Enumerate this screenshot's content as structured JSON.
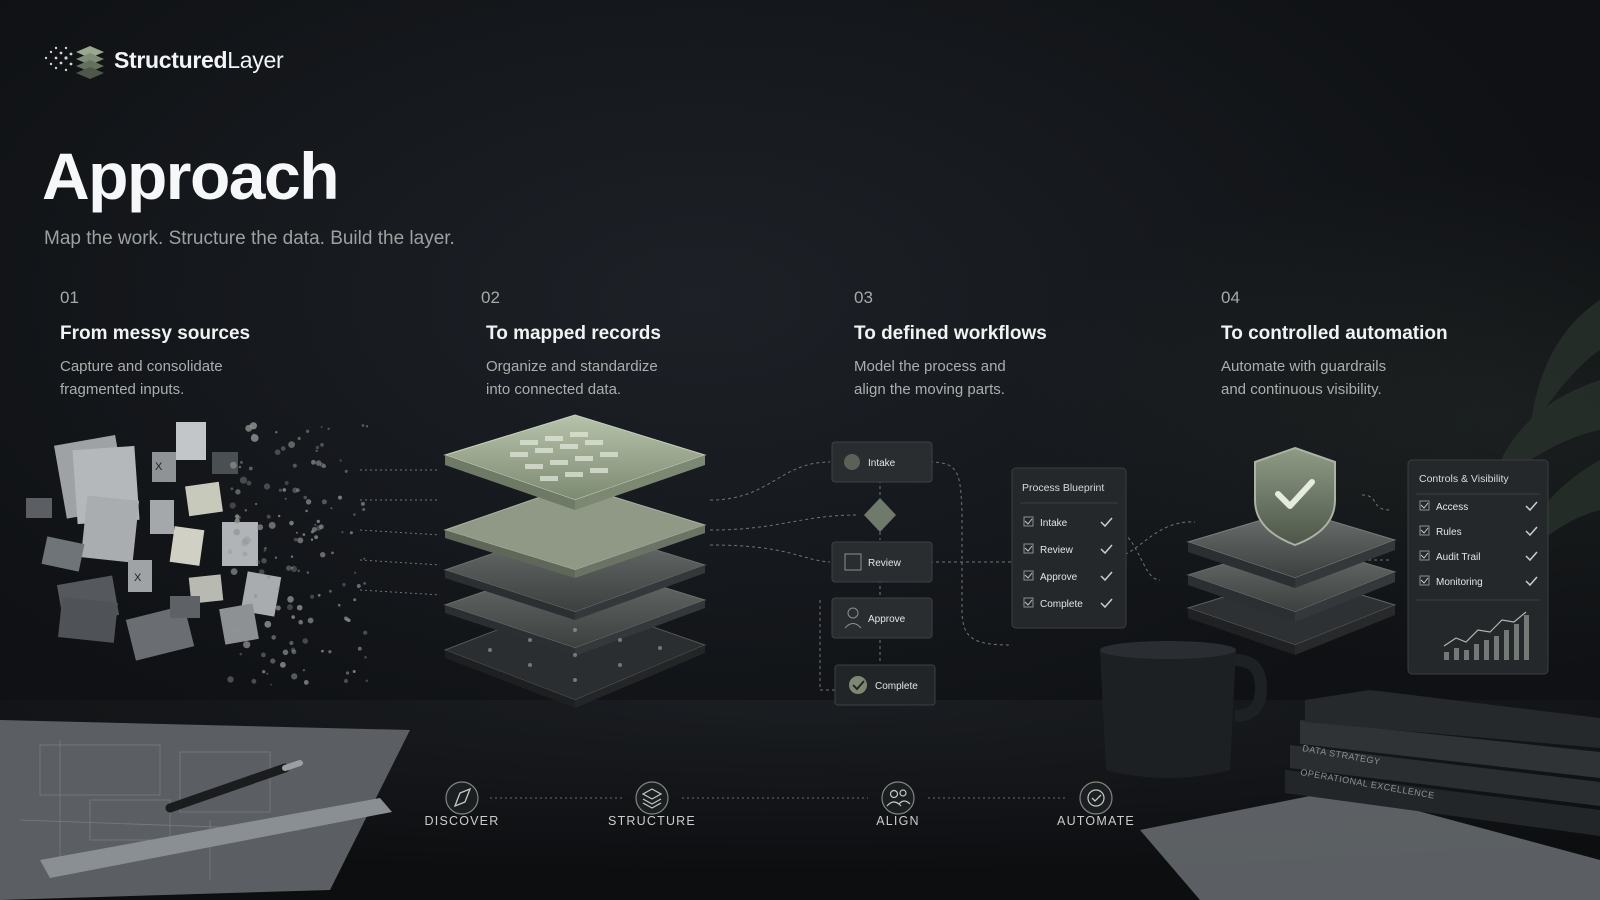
{
  "brand": {
    "name_bold": "Structured",
    "name_light": "Layer"
  },
  "title": "Approach",
  "subtitle": "Map the work. Structure the data. Build the layer.",
  "steps": [
    {
      "number": "01",
      "title": "From messy sources",
      "description": "Capture and consolidate\nfragmented inputs."
    },
    {
      "number": "02",
      "title": "To mapped records",
      "description": "Organize and standardize\ninto connected data."
    },
    {
      "number": "03",
      "title": "To defined workflows",
      "description": "Model the process and\nalign the moving parts."
    },
    {
      "number": "04",
      "title": "To controlled automation",
      "description": "Automate with guardrails\nand continuous visibility."
    }
  ],
  "workflow": {
    "intake": "Intake",
    "review": "Review",
    "approve": "Approve",
    "complete": "Complete"
  },
  "blueprint": {
    "title": "Process Blueprint",
    "items": [
      "Intake",
      "Review",
      "Approve",
      "Complete"
    ]
  },
  "controls": {
    "title": "Controls & Visibility",
    "items": [
      "Access",
      "Rules",
      "Audit Trail",
      "Monitoring"
    ]
  },
  "books": {
    "spine_1": "DATA STRATEGY",
    "spine_2": "OPERATIONAL EXCELLENCE"
  },
  "phases": [
    {
      "label": "DISCOVER",
      "icon": "compass-icon"
    },
    {
      "label": "STRUCTURE",
      "icon": "layers-icon"
    },
    {
      "label": "ALIGN",
      "icon": "users-icon"
    },
    {
      "label": "AUTOMATE",
      "icon": "check-circle-icon"
    }
  ],
  "colors": {
    "background": "#121418",
    "accent_sage": "#9aa88f",
    "text": "#eceff1"
  }
}
